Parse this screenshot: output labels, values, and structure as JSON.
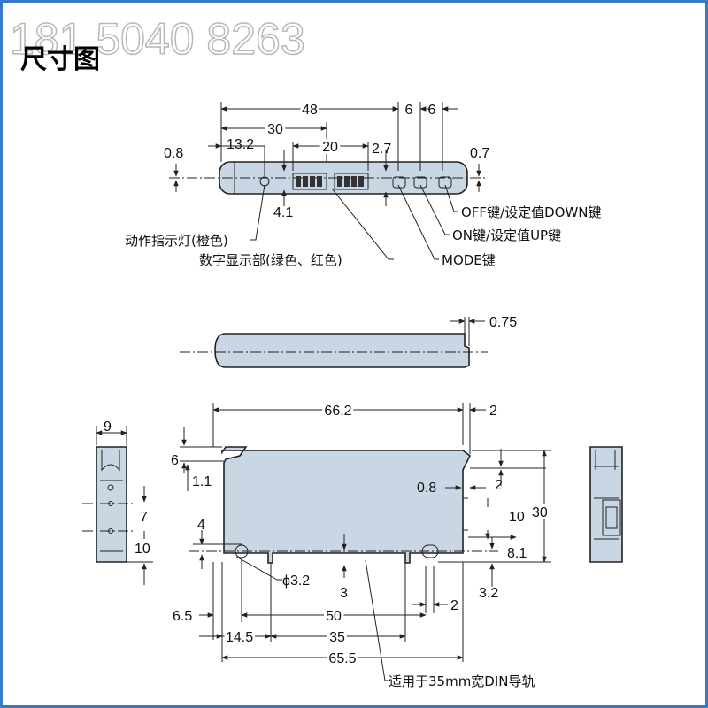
{
  "title": "尺寸图",
  "watermark": "181  5040 8263",
  "top_view": {
    "dims": {
      "d48": "48",
      "d30": "30",
      "d20": "20",
      "d13_2": "13.2",
      "d0_8": "0.8",
      "d4_1": "4.1",
      "d2_7": "2.7",
      "d6a": "6",
      "d6b": "6",
      "d0_7": "0.7"
    },
    "labels": {
      "off_down": "OFF键/设定值DOWN键",
      "on_up": "ON键/设定值UP键",
      "mode": "MODE键",
      "indicator": "动作指示灯(橙色)",
      "display": "数字显示部(绿色、红色)"
    }
  },
  "side_view": {
    "d0_75": "0.75"
  },
  "front_view": {
    "dims": {
      "d66_2": "66.2",
      "d2a": "2",
      "d6": "6",
      "d1_1": "1.1",
      "d0_8": "0.8",
      "d2b": "2",
      "d30": "30",
      "d10": "10",
      "d4": "4",
      "d8_1": "8.1",
      "d3_2": "3.2",
      "phi3_2": "ϕ3.2",
      "d3": "3",
      "d2c": "2",
      "d6_5": "6.5",
      "d50": "50",
      "d14_5": "14.5",
      "d35": "35",
      "d65_5": "65.5"
    },
    "din_label": "适用于35mm宽DIN导轨"
  },
  "left_view": {
    "d9": "9",
    "d7": "7",
    "d10": "10"
  },
  "colors": {
    "body_fill": "#c9d7e4",
    "frame": "#3a78c9"
  }
}
